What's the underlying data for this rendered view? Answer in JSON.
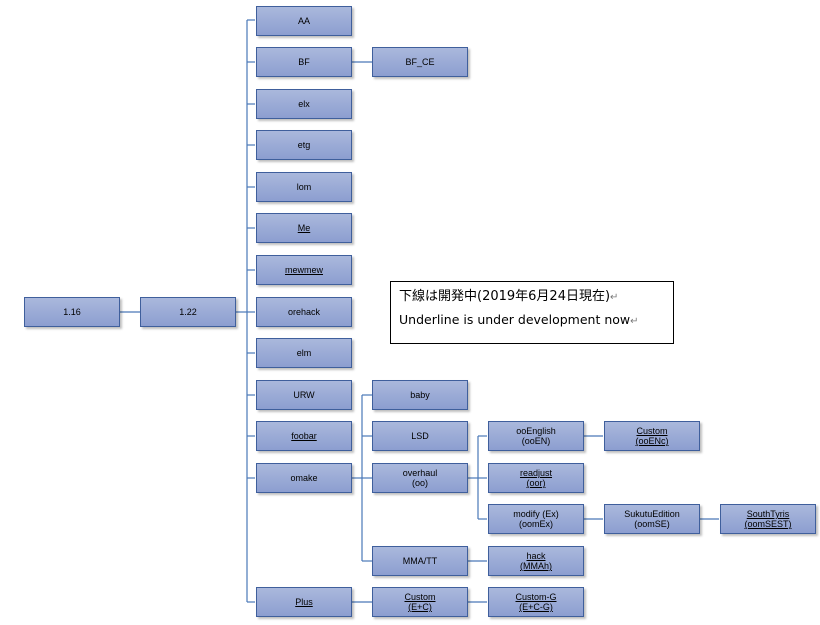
{
  "nodes": {
    "v116": {
      "line1": "1.16"
    },
    "v122": {
      "line1": "1.22"
    },
    "aa": {
      "line1": "AA"
    },
    "bf": {
      "line1": "BF"
    },
    "bfce": {
      "line1": "BF_CE"
    },
    "elx": {
      "line1": "elx"
    },
    "etg": {
      "line1": "etg"
    },
    "lom": {
      "line1": "lom"
    },
    "me": {
      "line1": "Me"
    },
    "mewmew": {
      "line1": "mewmew"
    },
    "orehack": {
      "line1": "orehack"
    },
    "elm": {
      "line1": "elm"
    },
    "urw": {
      "line1": "URW"
    },
    "foobar": {
      "line1": "foobar"
    },
    "omake": {
      "line1": "omake"
    },
    "plus": {
      "line1": "Plus"
    },
    "baby": {
      "line1": "baby"
    },
    "lsd": {
      "line1": "LSD"
    },
    "overhaul": {
      "line1": "overhaul",
      "line2": "(oo)"
    },
    "mmatt": {
      "line1": "MMA/TT"
    },
    "custom_ec": {
      "line1": "Custom",
      "line2": "(E+C)"
    },
    "ooenglish": {
      "line1": "ooEnglish",
      "line2": "(ooEN)"
    },
    "readjust": {
      "line1": "readjust",
      "line2": "(oor)"
    },
    "modify": {
      "line1": "modify (Ex)",
      "line2": "(oomEx)"
    },
    "hack": {
      "line1": "hack",
      "line2": "(MMAh)"
    },
    "custom_g": {
      "line1": "Custom-G",
      "line2": "(E+C-G)"
    },
    "custom_ooenc": {
      "line1": "Custom",
      "line2": "(ooENc)"
    },
    "sukutu": {
      "line1": "SukutuEdition",
      "line2": "(oomSE)"
    },
    "southtyris": {
      "line1": "SouthTyris",
      "line2": "(oomSEST)"
    }
  },
  "note": {
    "japanese": "下線は開発中(2019年6月24日現在)",
    "english": "Underline is under development now"
  },
  "colors": {
    "node_fill_top": "#aab8dc",
    "node_fill_bottom": "#8c9ed0",
    "node_border": "#3f5f9c",
    "connector": "#4a78b8"
  }
}
